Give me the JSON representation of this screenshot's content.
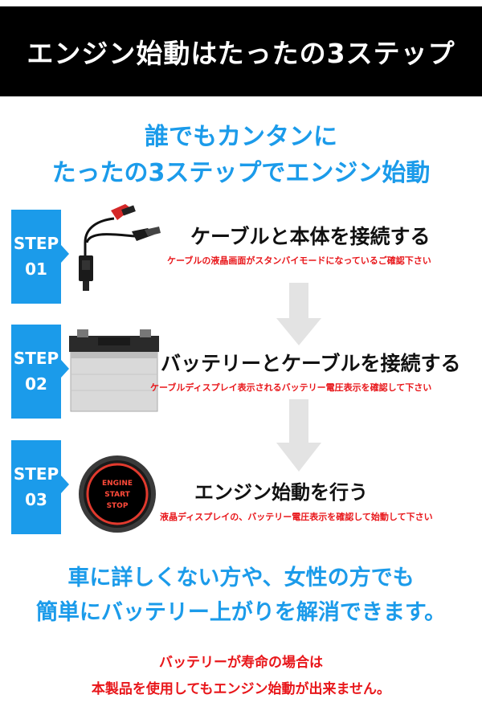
{
  "banner": {
    "title": "エンジン始動はたったの3ステップ"
  },
  "headline": {
    "line1": "誰でもカンタンに",
    "line2": "たったの3ステップでエンジン始動"
  },
  "steps": [
    {
      "label": "STEP",
      "number": "01",
      "title": "ケーブルと本体を接続する",
      "note": "ケーブルの液晶画面がスタンバイモードになっているご確認下さい"
    },
    {
      "label": "STEP",
      "number": "02",
      "title": "バッテリーとケーブルを接続する",
      "note": "ケーブルディスプレイ表示されるバッテリー電圧表示を確認して下さい"
    },
    {
      "label": "STEP",
      "number": "03",
      "title": "エンジン始動を行う",
      "note": "液晶ディスプレイの、バッテリー電圧表示を確認して始動して下さい",
      "button_text": [
        "ENGINE",
        "START",
        "STOP"
      ]
    }
  ],
  "closing": {
    "line1": "車に詳しくない方や、女性の方でも",
    "line2": "簡単にバッテリー上がりを解消できます。"
  },
  "warning": {
    "line1": "バッテリーが寿命の場合は",
    "line2": "本製品を使用してもエンジン始動が出来ません。"
  },
  "colors": {
    "accent_blue": "#1b9bea",
    "warning_red": "#e8161a",
    "banner_black": "#000000"
  }
}
